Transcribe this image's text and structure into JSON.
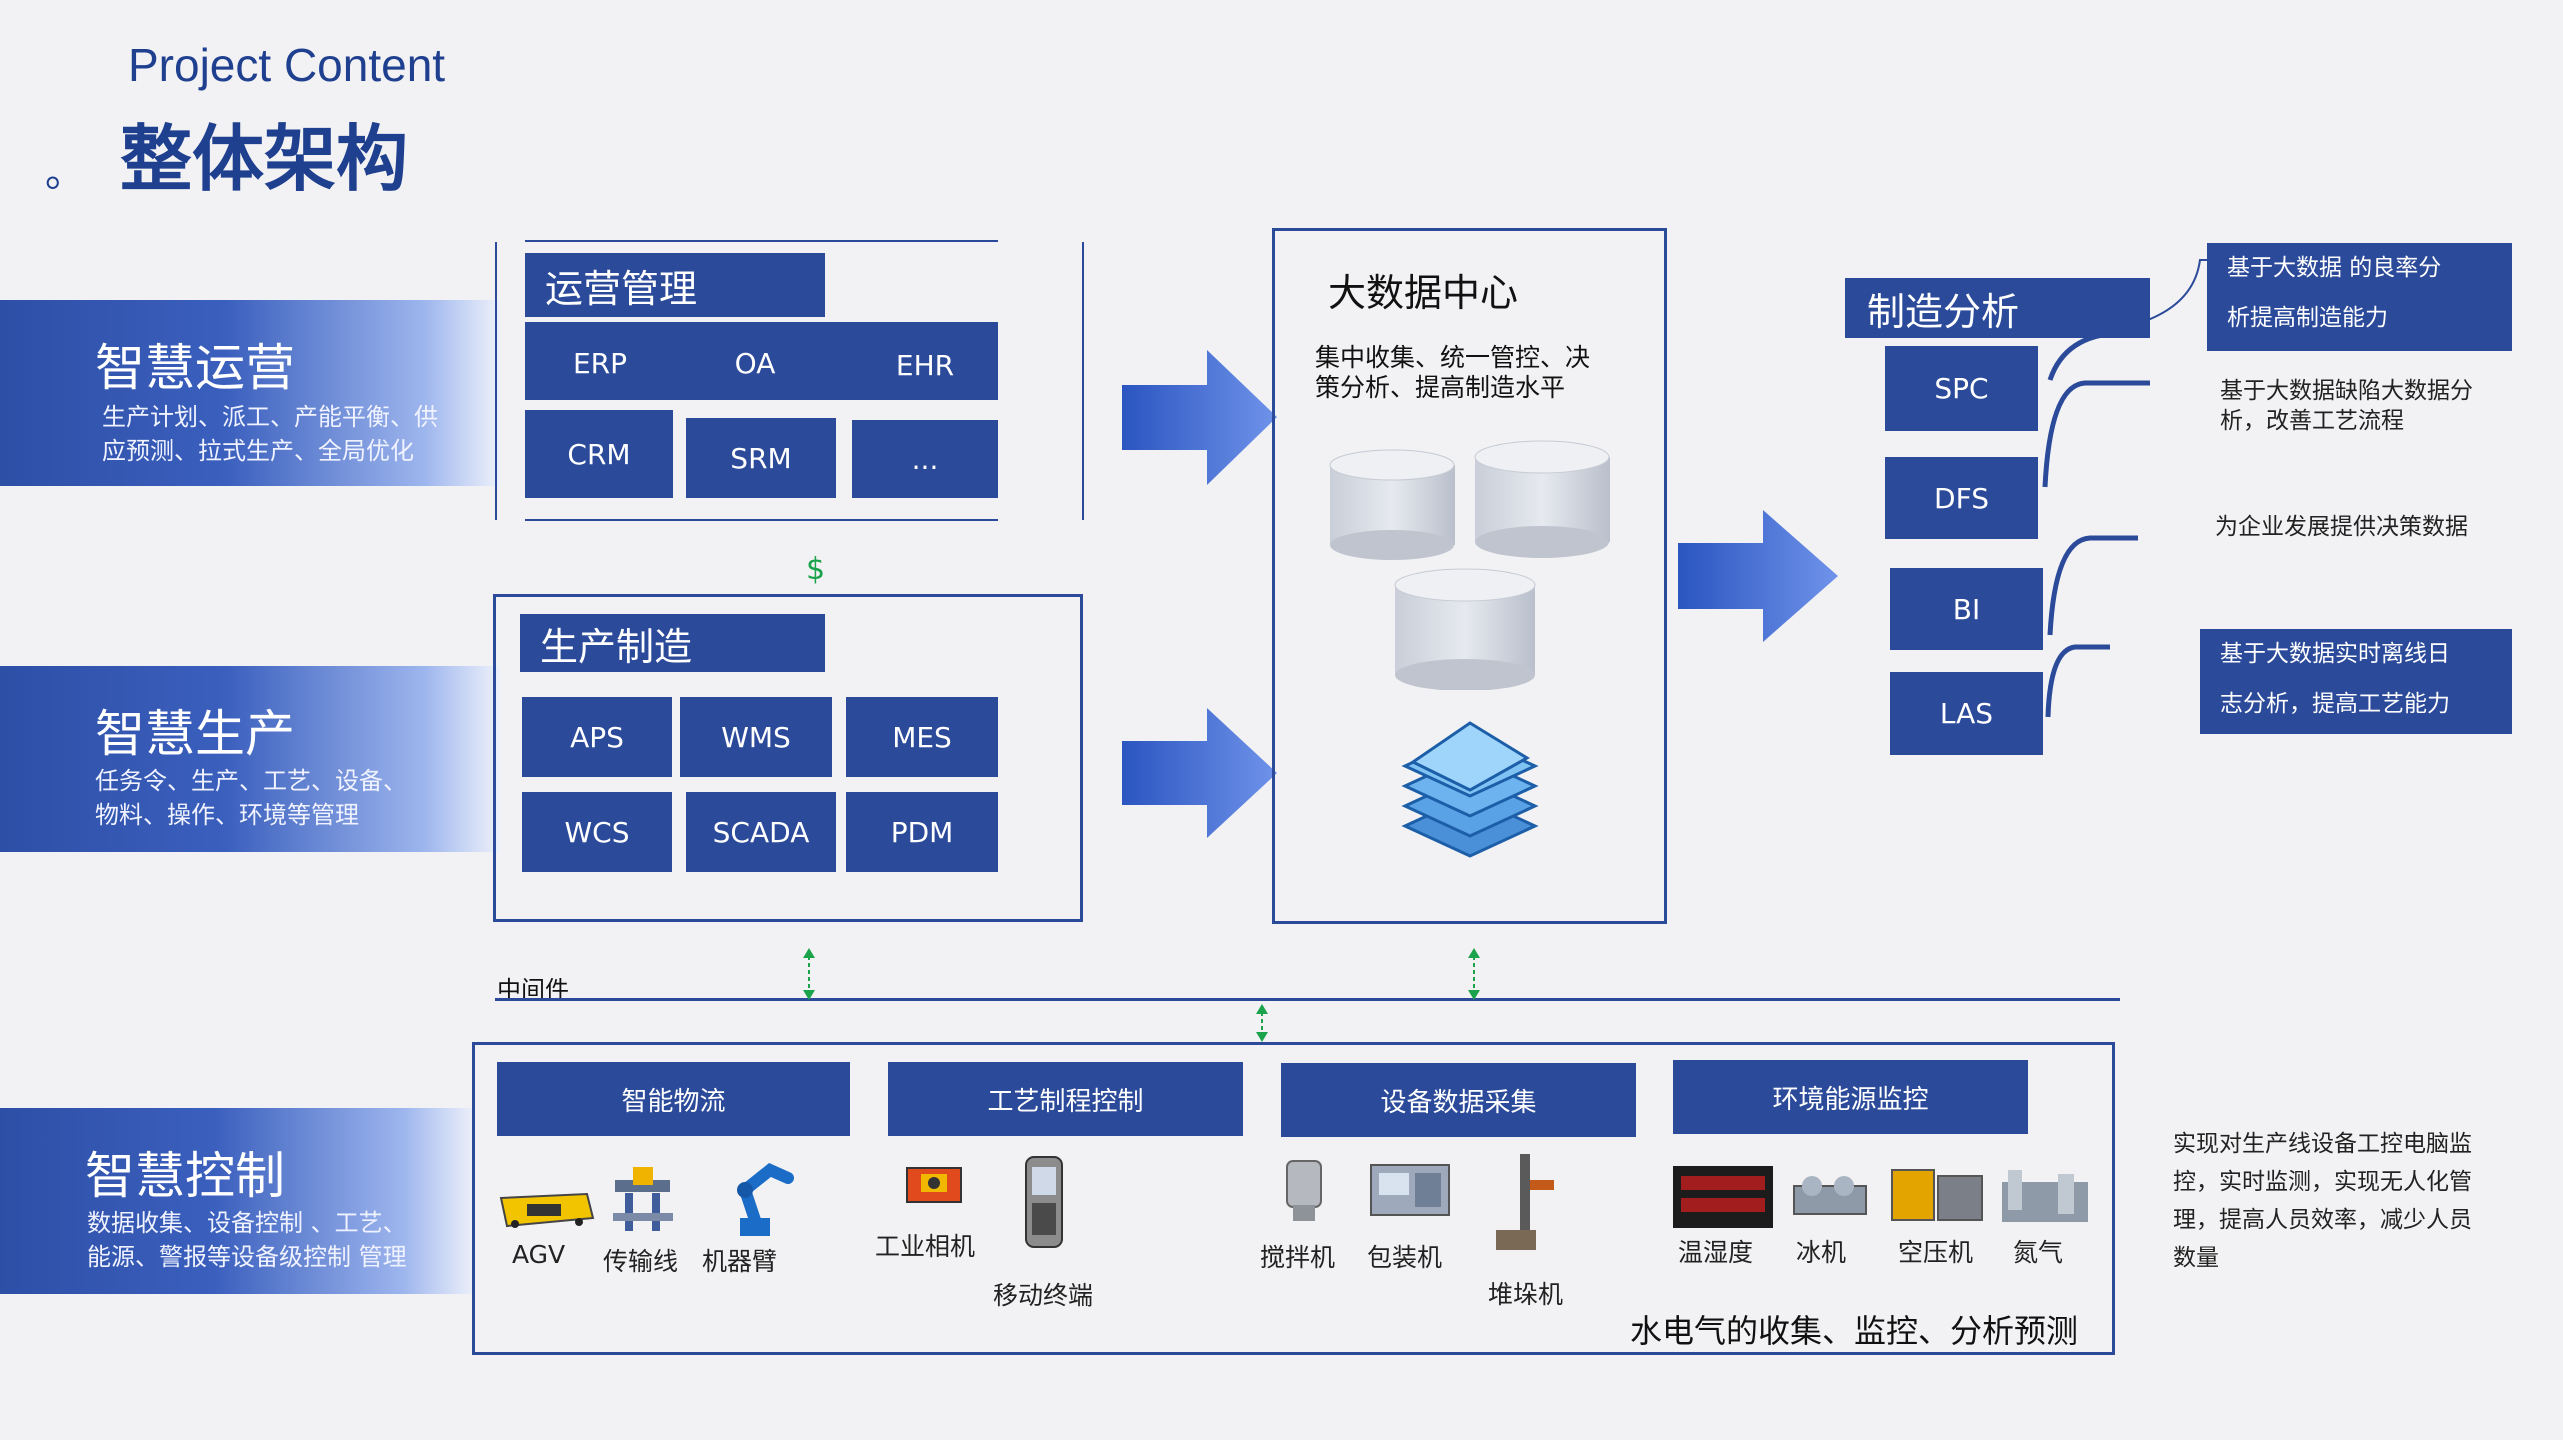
{
  "header": {
    "subtitle": "Project Content",
    "title": "整体架构",
    "bullet": "。"
  },
  "left": {
    "ops": {
      "title": "智慧运营",
      "desc1": "生产计划、派工、产能平衡、供",
      "desc2": "应预测、拉式生产、全局优化"
    },
    "prod": {
      "title": "智慧生产",
      "desc1": "任务令、生产、工艺、设备、",
      "desc2": "物料、操作、环境等管理"
    },
    "ctrl": {
      "title": "智慧控制",
      "desc1": "数据收集、设备控制 、工艺、",
      "desc2": "能源、警报等设备级控制 管理"
    }
  },
  "ops_mgmt": {
    "title": "运营管理",
    "items": [
      "ERP",
      "OA",
      "EHR",
      "CRM",
      "SRM",
      "..."
    ]
  },
  "dollar": "$",
  "prod_mfg": {
    "title": "生产制造",
    "items": [
      "APS",
      "WMS",
      "MES",
      "WCS",
      "SCADA",
      "PDM"
    ]
  },
  "bigdata": {
    "title": "大数据中心",
    "desc1": "集中收集、统一管控、决",
    "desc2": "策分析、提高制造水平"
  },
  "middleware": "中间件",
  "mfg_analysis": {
    "title": "制造分析",
    "items": [
      "SPC",
      "DFS",
      "BI",
      "LAS"
    ]
  },
  "right": {
    "note1a": "基于大数据 的良率分",
    "note1b": "析提高制造能力",
    "note2a": "基于大数据缺陷大数据分",
    "note2b": "析，改善工艺流程",
    "note3": "为企业发展提供决策数据",
    "note4a": "基于大数据实时离线日",
    "note4b": "志分析，提高工艺能力",
    "note5a": "实现对生产线设备工控电脑监",
    "note5b": "控，实时监测，实现无人化管",
    "note5c": "理，提高人员效率，减少人员",
    "note5d": "数量"
  },
  "control": {
    "heads": [
      "智能物流",
      "工艺制程控制",
      "设备数据采集",
      "环境能源监控"
    ],
    "logistics": [
      "AGV",
      "传输线",
      "机器臂"
    ],
    "process": [
      "工业相机",
      "移动终端"
    ],
    "equipment": [
      "搅拌机",
      "包装机",
      "堆垛机"
    ],
    "energy": [
      "温湿度",
      "冰机",
      "空压机",
      "氮气"
    ],
    "footer": "水电气的收集、监控、分析预测"
  },
  "colors": {
    "navy": "#2b4a9a",
    "title_blue": "#1f3f8f",
    "arrow_blue": "#2f5fd0",
    "green": "#1aa34a"
  }
}
